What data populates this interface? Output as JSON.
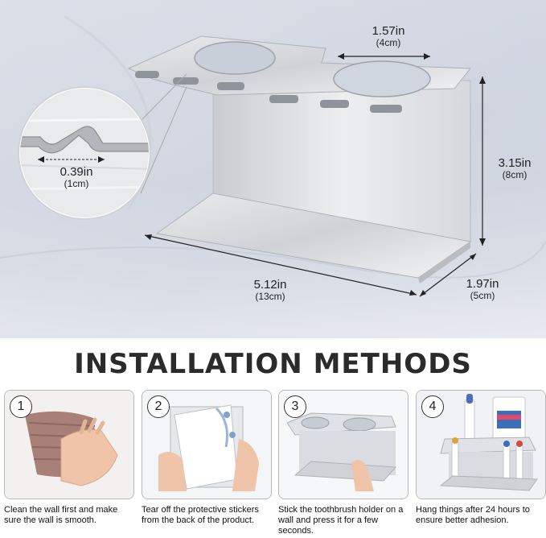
{
  "dimensions": {
    "top_width": {
      "in": "1.57in",
      "cm": "(4cm)"
    },
    "slot_width": {
      "in": "0.39in",
      "cm": "(1cm)"
    },
    "height": {
      "in": "3.15in",
      "cm": "(8cm)"
    },
    "length": {
      "in": "5.12in",
      "cm": "(13cm)"
    },
    "depth": {
      "in": "1.97in",
      "cm": "(5cm)"
    }
  },
  "section_title": "INSTALLATION METHODS",
  "steps": [
    {
      "number": "1",
      "caption": "Clean the wall first and make sure the wall is smooth."
    },
    {
      "number": "2",
      "caption": "Tear off the protective stickers from the back of the product."
    },
    {
      "number": "3",
      "caption": "Stick the toothbrush holder on a wall and press it for a few seconds."
    },
    {
      "number": "4",
      "caption": "Hang things after 24 hours to ensure better adhesion."
    }
  ]
}
